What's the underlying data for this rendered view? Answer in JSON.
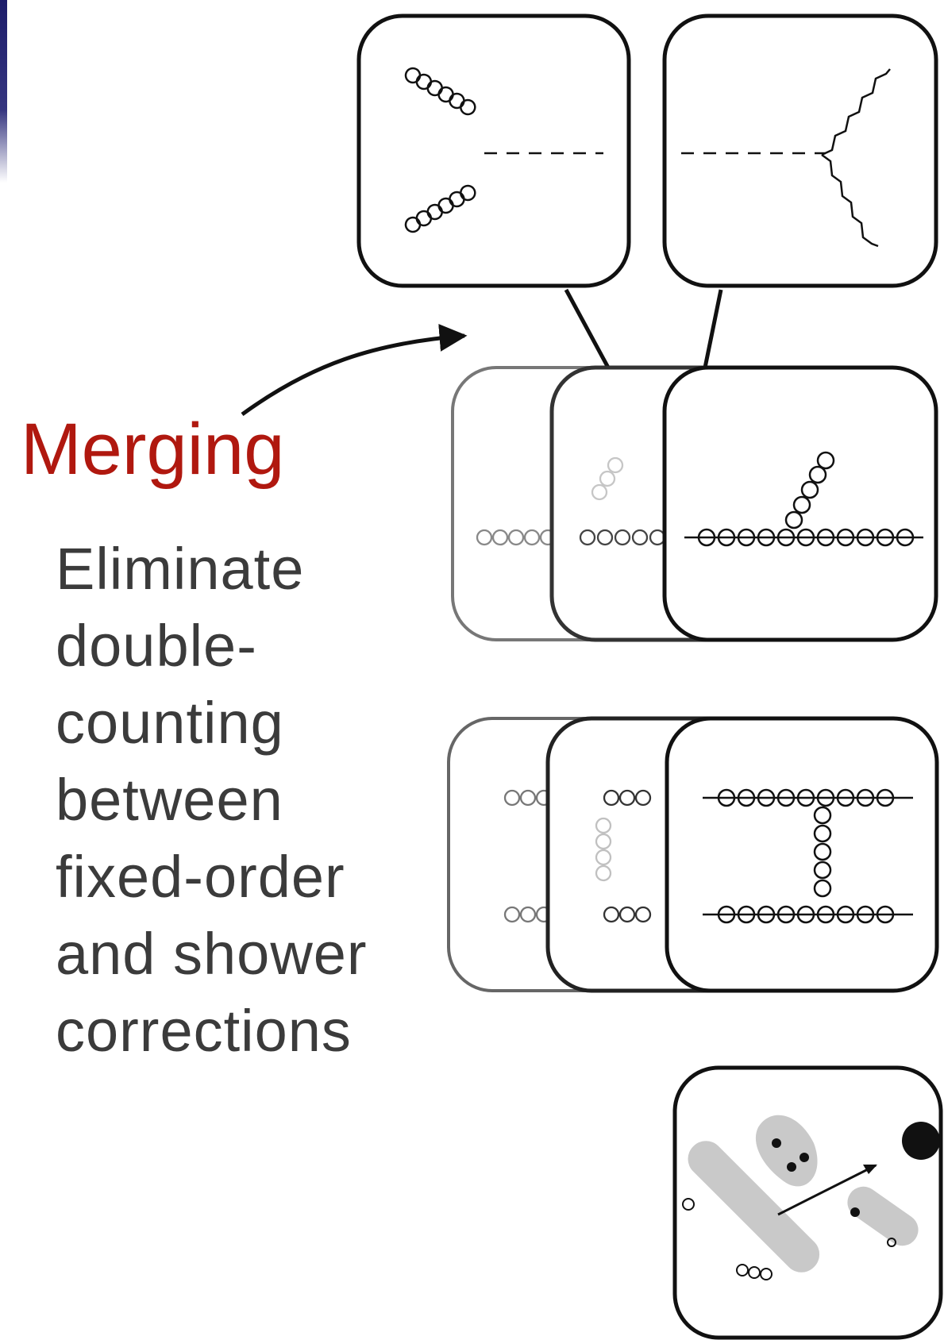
{
  "merging": {
    "heading": "Merging",
    "description_lines": [
      "Eliminate",
      "double-",
      "counting",
      "between",
      "fixed-order",
      "and shower",
      "corrections"
    ]
  },
  "colors": {
    "heading": "#b0180f",
    "body_text": "#3b3b3b",
    "line": "#111111",
    "faded_box": "#6a6a6a",
    "hadron_blob": "#c9c9c9",
    "side_bar": "#1c1c6a"
  },
  "icons": [
    "gluon-fusion-vertex-icon",
    "boson-decay-vertex-icon",
    "gluon-emission-icon",
    "gluon-exchange-icon",
    "hadronization-icon",
    "arrow-icon"
  ]
}
